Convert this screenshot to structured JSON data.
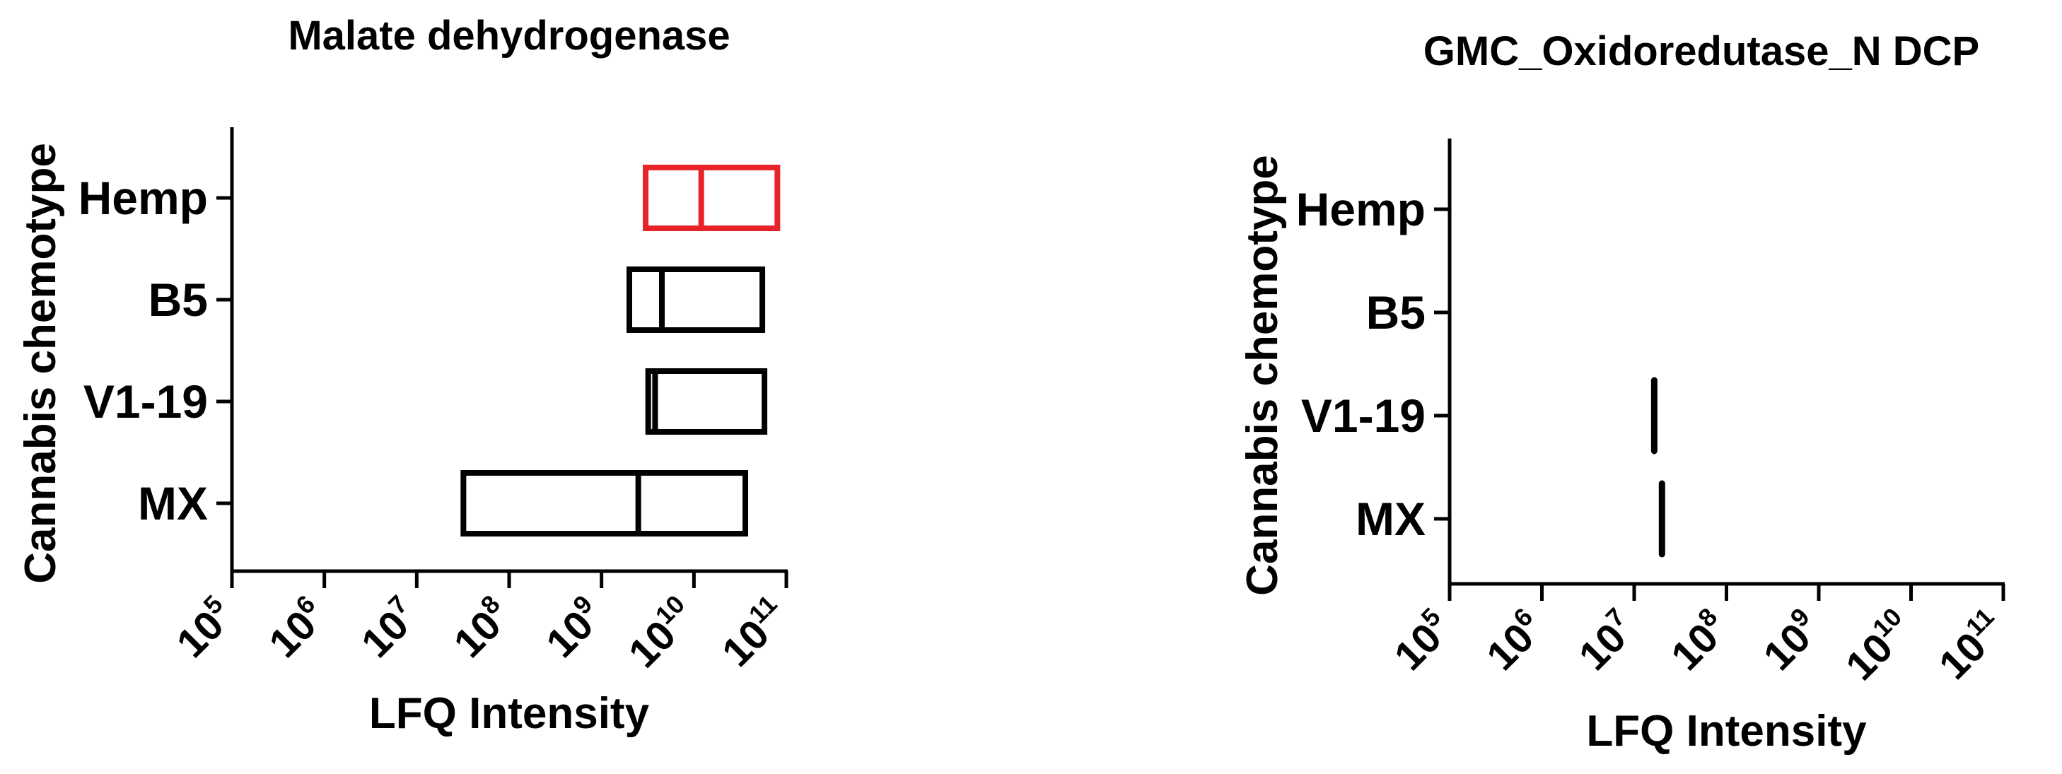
{
  "chart_data": [
    {
      "type": "box",
      "title": "Malate dehydrogenase",
      "xlabel": "LFQ Intensity",
      "ylabel": "Cannabis chemotype",
      "x_scale": "log10",
      "xlim": [
        100000,
        100000000000
      ],
      "x_ticks": [
        {
          "base": "10",
          "exp": "5"
        },
        {
          "base": "10",
          "exp": "6"
        },
        {
          "base": "10",
          "exp": "7"
        },
        {
          "base": "10",
          "exp": "8"
        },
        {
          "base": "10",
          "exp": "9"
        },
        {
          "base": "10",
          "exp": "10"
        },
        {
          "base": "10",
          "exp": "11"
        }
      ],
      "categories": [
        "Hemp",
        "B5",
        "V1-19",
        "MX"
      ],
      "boxes": [
        {
          "category": "Hemp",
          "min": 3000000000,
          "median": 12000000000,
          "max": 80000000000,
          "color": "#e8232a"
        },
        {
          "category": "B5",
          "min": 2000000000,
          "median": 4500000000,
          "max": 55000000000,
          "color": "#000000"
        },
        {
          "category": "V1-19",
          "min": 3200000000,
          "median": 3800000000,
          "max": 58000000000,
          "color": "#000000"
        },
        {
          "category": "MX",
          "min": 32000000,
          "median": 2500000000,
          "max": 36000000000,
          "color": "#000000"
        }
      ],
      "grid": false
    },
    {
      "type": "box",
      "title": "GMC_Oxidoredutase_N DCP",
      "xlabel": "LFQ Intensity",
      "ylabel": "Cannabis chemotype",
      "x_scale": "log10",
      "xlim": [
        100000,
        100000000000
      ],
      "x_ticks": [
        {
          "base": "10",
          "exp": "5"
        },
        {
          "base": "10",
          "exp": "6"
        },
        {
          "base": "10",
          "exp": "7"
        },
        {
          "base": "10",
          "exp": "8"
        },
        {
          "base": "10",
          "exp": "9"
        },
        {
          "base": "10",
          "exp": "10"
        },
        {
          "base": "10",
          "exp": "11"
        }
      ],
      "categories": [
        "Hemp",
        "B5",
        "V1-19",
        "MX"
      ],
      "boxes": [
        {
          "category": "V1-19",
          "min": 16500000,
          "median": 16500000,
          "max": 16500000,
          "color": "#000000"
        },
        {
          "category": "MX",
          "min": 20000000,
          "median": 20000000,
          "max": 20000000,
          "color": "#000000"
        }
      ],
      "grid": false
    }
  ]
}
